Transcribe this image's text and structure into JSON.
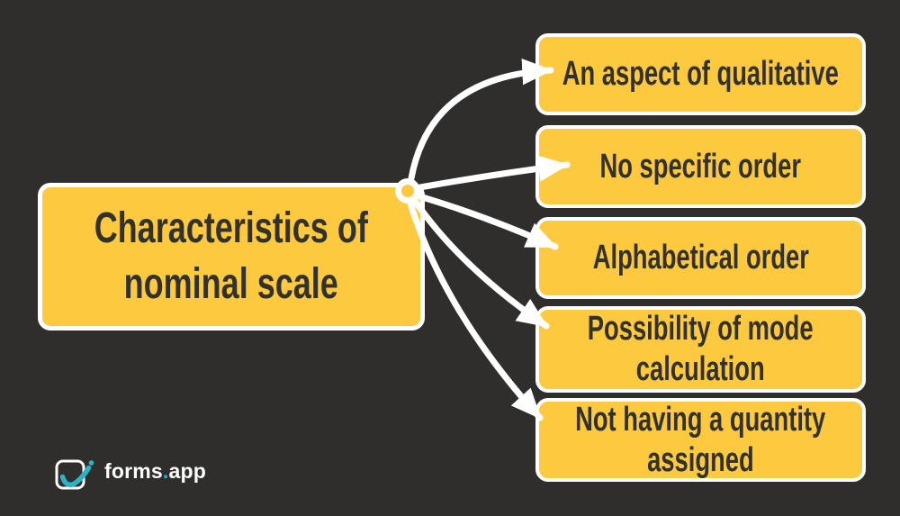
{
  "colors": {
    "background": "#2F2E2C",
    "box_fill": "#FDC93E",
    "box_border": "#FFFFFF",
    "box_text": "#33312C",
    "arrow": "#FFFFFF",
    "logo_accent": "#2BB3C8",
    "logo_text": "#FFFFFF"
  },
  "main_box": {
    "lines": [
      "Characteristics of",
      "nominal scale"
    ]
  },
  "branches": [
    {
      "lines": [
        "An aspect of qualitative"
      ]
    },
    {
      "lines": [
        "No specific order"
      ]
    },
    {
      "lines": [
        "Alphabetical order"
      ]
    },
    {
      "lines": [
        "Possibility of mode",
        "calculation"
      ]
    },
    {
      "lines": [
        "Not having a quantity",
        "assigned"
      ]
    }
  ],
  "logo": {
    "word": "forms",
    "dot": ".",
    "suffix": "app"
  }
}
